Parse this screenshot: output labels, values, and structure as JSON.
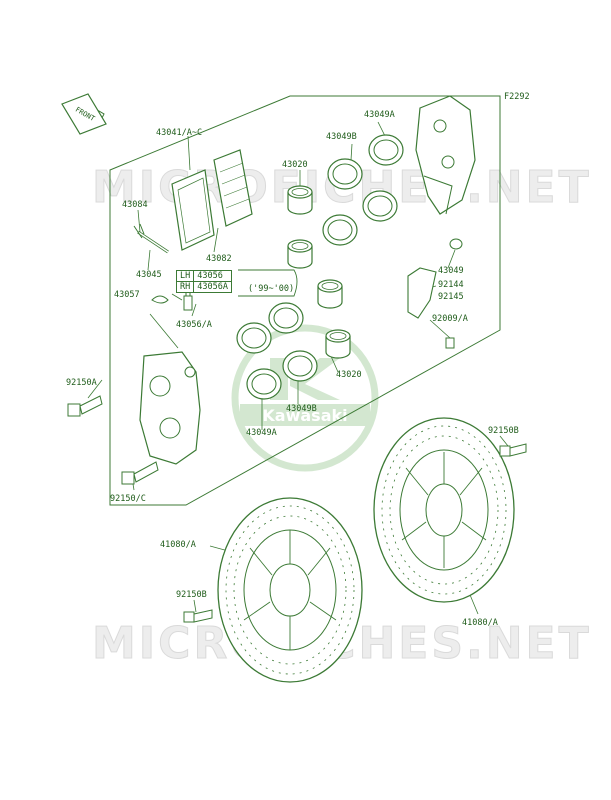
{
  "code": "F2292",
  "front_label": "FRONT",
  "watermark": "MICROFICHES.NET",
  "logo": {
    "text": "Kawasaki"
  },
  "variant_table": {
    "rows": [
      {
        "side": "LH",
        "part": "43056"
      },
      {
        "side": "RH",
        "part": "43056A"
      }
    ],
    "years": "('99~'00)"
  },
  "labels": {
    "l43041": "43041/A~C",
    "l43049a_top": "43049A",
    "l43049b_top": "43049B",
    "l43020_top": "43020",
    "l43084": "43084",
    "l43082": "43082",
    "l43045": "43045",
    "l43057": "43057",
    "l43056a": "43056/A",
    "l43049": "43049",
    "l92144": "92144",
    "l92145": "92145",
    "l92009": "92009/A",
    "l43020_mid": "43020",
    "l43049b_mid": "43049B",
    "l43049a_mid": "43049A",
    "l92150a": "92150A",
    "l92150c": "92150/C",
    "l92150b_r": "92150B",
    "l41080_l": "41080/A",
    "l92150b_l": "92150B",
    "l41080_r": "41080/A"
  },
  "colors": {
    "line": "#3c7a35",
    "text": "#1f5c1a",
    "fill": "#ffffff",
    "watermark": "#e4e4e4",
    "logo": "#cfe5cc"
  }
}
